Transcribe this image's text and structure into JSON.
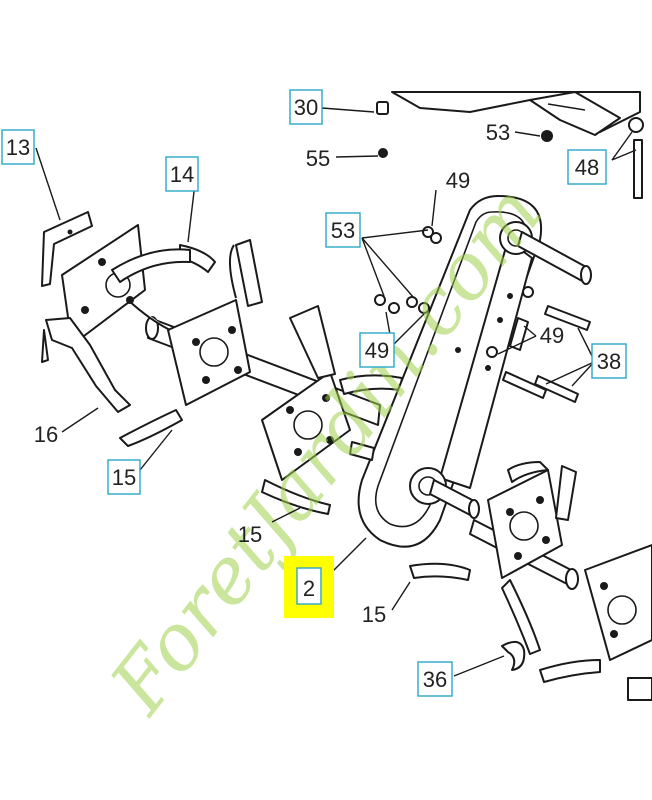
{
  "watermark": {
    "text": "ForetJardin.com",
    "color_main": "#9fcf4a",
    "color_accent": "#f3a94a"
  },
  "callouts": {
    "c13": "13",
    "c14": "14",
    "c16": "16",
    "c15a": "15",
    "c15b": "15",
    "c15c": "15",
    "c30": "30",
    "c55": "55",
    "c53a": "53",
    "c53b": "53",
    "c48": "48",
    "c49a": "49",
    "c49b": "49",
    "c49c": "49",
    "c38": "38",
    "c2": "2",
    "c36": "36"
  },
  "colors": {
    "box_border": "#2aa7c9",
    "highlight": "#ffff00",
    "line": "#1a1a1a"
  }
}
